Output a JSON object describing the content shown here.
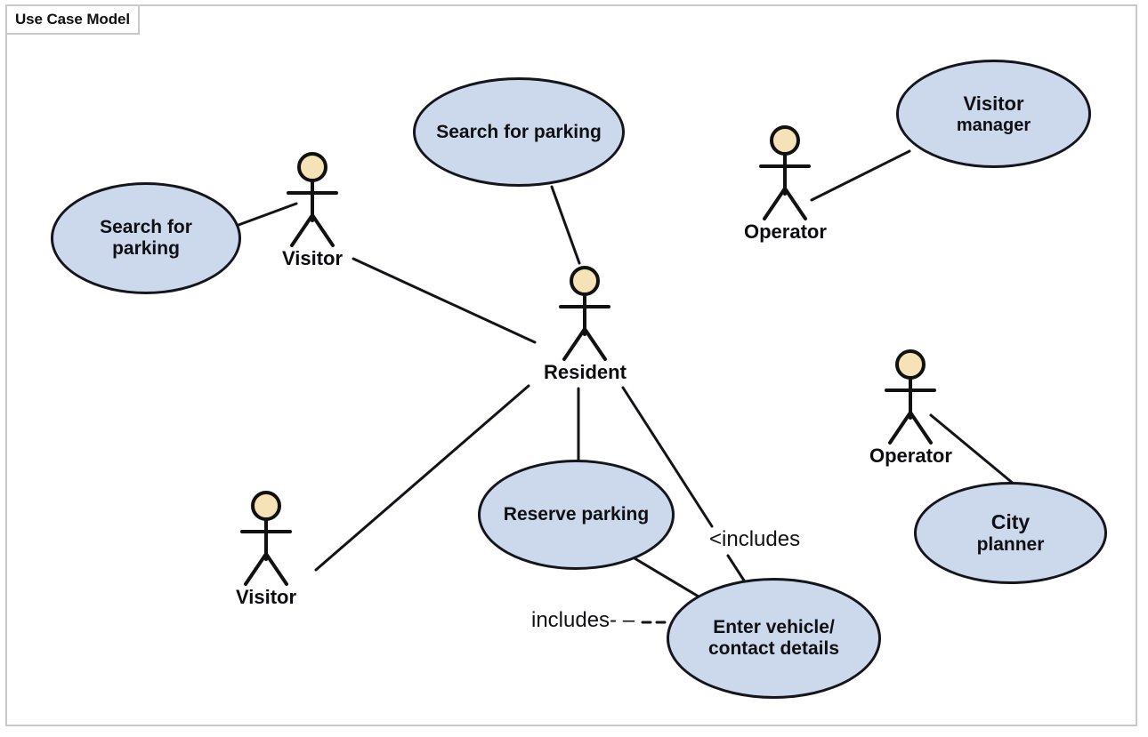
{
  "diagram": {
    "frame_title": "Use Case Model",
    "type": "uml-use-case-diagram",
    "colors": {
      "usecase_fill": "#ccd9ed",
      "usecase_stroke": "#15161c",
      "actor_head_fill": "#f5e3b7",
      "actor_stroke": "#111111",
      "frame_border": "#c9c9c9",
      "text": "#101014",
      "background": "#ffffff"
    }
  },
  "usecases": [
    {
      "id": "uc-search-parking-left",
      "line1": "Search for",
      "line2": "parking",
      "font_size_1": 21,
      "font_size_2": 21
    },
    {
      "id": "uc-search-parking-center",
      "line1": "Search for parking",
      "line2": "",
      "font_size_1": 21,
      "font_size_2": 21
    },
    {
      "id": "uc-visitor-manager",
      "line1": "Visitor",
      "line2": "manager",
      "font_size_1": 22,
      "font_size_2": 20
    },
    {
      "id": "uc-reserve-parking",
      "line1": "Reserve parking",
      "line2": "",
      "font_size_1": 21,
      "font_size_2": 21
    },
    {
      "id": "uc-enter-vehicle-contact-details",
      "line1": "Enter vehicle/",
      "line2": "contact details",
      "font_size_1": 21,
      "font_size_2": 21
    },
    {
      "id": "uc-city-planner",
      "line1": "City",
      "line2": "planner",
      "font_size_1": 23,
      "font_size_2": 21
    }
  ],
  "actors": [
    {
      "id": "actor-visitor-top",
      "label": "Visitor"
    },
    {
      "id": "actor-resident",
      "label": "Resident"
    },
    {
      "id": "actor-operator-top",
      "label": "Operator"
    },
    {
      "id": "actor-visitor-bottom",
      "label": "Visitor"
    },
    {
      "id": "actor-operator-right",
      "label": "Operator"
    }
  ],
  "link_labels": [
    {
      "id": "label-includes-arrow",
      "text": "<includes"
    },
    {
      "id": "label-includes-dashed",
      "text": "includes- –"
    }
  ]
}
